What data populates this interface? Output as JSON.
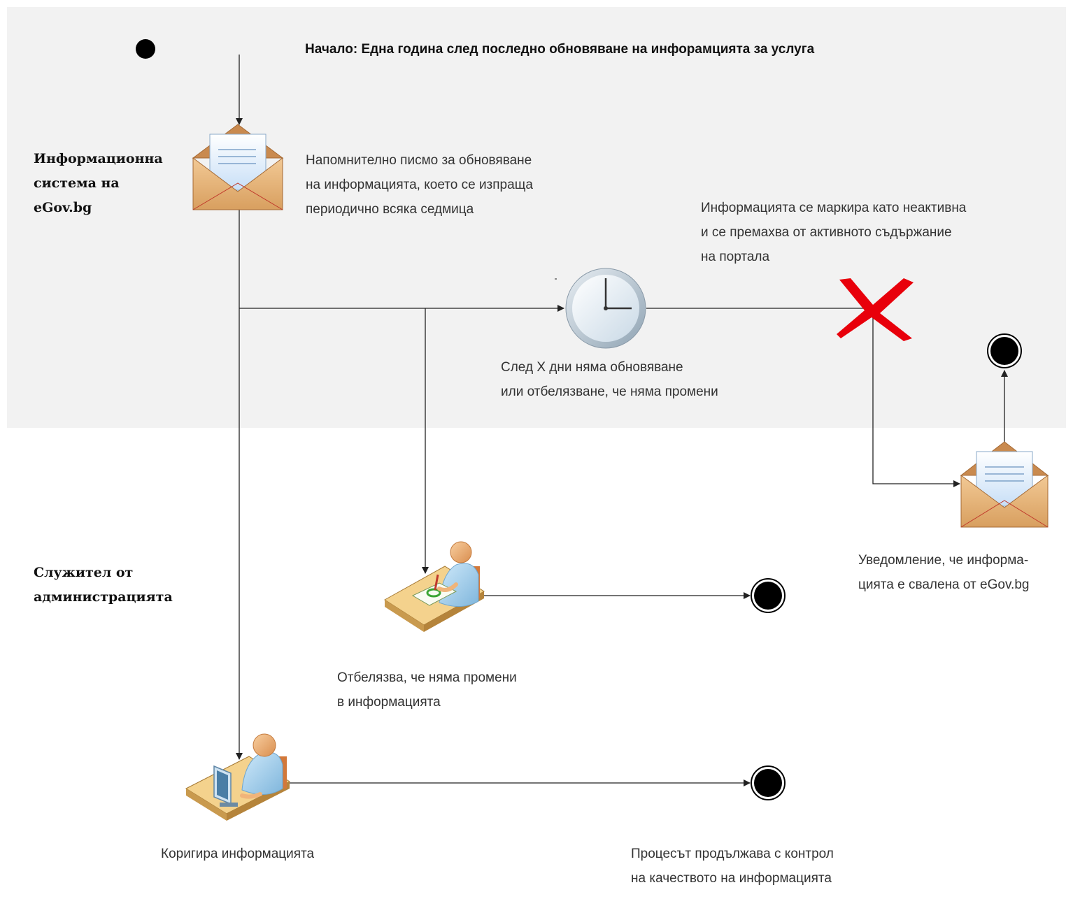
{
  "start_label": "Начало: Една година след последно обновяване на инфорамцията за услуга",
  "lanes": {
    "system": "Информационна\nсистема на\neGov.bg",
    "employee": "Служител от\nадминистрацията"
  },
  "notes": {
    "reminder": "Напомнително писмо за обновяване\nна информацията, което се изпраща\nпериодично всяка седмица",
    "deactivate": "Информацията се маркира като неактивна\nи се премахва от активното съдържание\nна портала",
    "timer": "След Х дни няма обновяване\nили отбелязване, че няма промени",
    "notification": "Уведомление, че информа-\nцията е свалена от eGov.bg",
    "no_changes": "Отбелязва, че няма промени\nв информацията",
    "correct": "Коригира информацията",
    "continue": "Процесът продължава с контрол\nна качеството на информацията"
  },
  "colors": {
    "band": "#f2f2f2",
    "line": "#222222",
    "cross": "#e8000b",
    "envelope": "#e3b27a",
    "letter": "#dcebfb",
    "person": "#a8d4ef",
    "skin": "#f0b47a",
    "desk": "#f4d28d"
  },
  "icons": [
    "start-node-icon",
    "envelope-icon",
    "clock-icon",
    "cancel-cross-icon",
    "end-node-icon",
    "person-desk-icon",
    "person-computer-icon"
  ]
}
